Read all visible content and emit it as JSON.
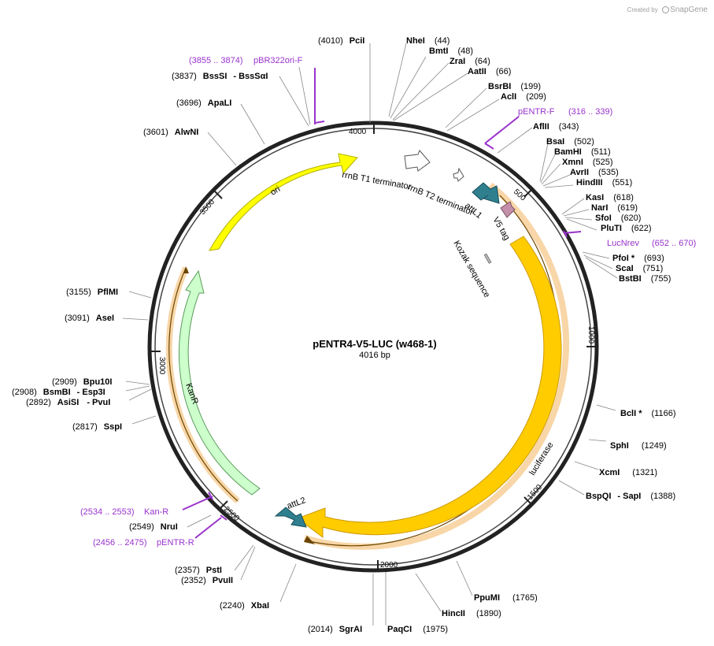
{
  "branding": {
    "created_by": "Created by",
    "product": "SnapGene",
    "logo_icon": "snapgene-logo-icon"
  },
  "plasmid": {
    "name": "pENTR4-V5-LUC (w468-1)",
    "length": "4016 bp"
  },
  "ruler": {
    "ticks": [
      "4000",
      "500",
      "1000",
      "1500",
      "2000",
      "2500",
      "3000",
      "3500"
    ]
  },
  "features": {
    "ori": "ori",
    "kanr": "KanR",
    "luciferase": "luciferase",
    "rrnb_t1": "rrnB T1 terminator",
    "rrnb_t2": "rrnB T2 terminator",
    "attl1": "attL1",
    "v5": "V5 tag",
    "kozak": "Kozak sequence",
    "attl2": "attL2"
  },
  "primers": [
    {
      "range": "(3855 .. 3874)",
      "name": "pBR322ori-F"
    },
    {
      "range": "(316 .. 339)",
      "name": "pENTR-F"
    },
    {
      "name": "LucNrev",
      "range": "(652 .. 670)"
    },
    {
      "range": "(2534 .. 2553)",
      "name": "Kan-R"
    },
    {
      "range": "(2456 .. 2475)",
      "name": "pENTR-R"
    }
  ],
  "sites": {
    "r1": {
      "a": "NheI",
      "b": "(44)"
    },
    "r2": {
      "a": "BmtI",
      "b": "(48)"
    },
    "r3": {
      "a": "ZraI",
      "b": "(64)"
    },
    "r4": {
      "a": "AatII",
      "b": "(66)"
    },
    "r5": {
      "a": "BsrBI",
      "b": "(199)"
    },
    "r6": {
      "a": "AclI",
      "b": "(209)"
    },
    "r7": {
      "a": "AflII",
      "b": "(343)"
    },
    "r8": {
      "a": "BsaI",
      "b": "(502)"
    },
    "r9": {
      "a": "BamHI",
      "b": "(511)"
    },
    "r10": {
      "a": "XmnI",
      "b": "(525)"
    },
    "r11": {
      "a": "AvrII",
      "b": "(535)"
    },
    "r12": {
      "a": "HindIII",
      "b": "(551)"
    },
    "r13": {
      "a": "KasI",
      "b": "(618)"
    },
    "r14": {
      "a": "NarI",
      "b": "(619)"
    },
    "r15": {
      "a": "SfoI",
      "b": "(620)"
    },
    "r16": {
      "a": "PluTI",
      "b": "(622)"
    },
    "r17": {
      "a": "PfoI *",
      "b": "(693)"
    },
    "r18": {
      "a": "ScaI",
      "b": "(751)"
    },
    "r19": {
      "a": "BstBI",
      "b": "(755)"
    },
    "r20": {
      "a": "BclI *",
      "b": "(1166)"
    },
    "r21": {
      "a": "SphI",
      "b": "(1249)"
    },
    "r22": {
      "a": "XcmI",
      "b": "(1321)"
    },
    "r23": {
      "a": "BspQI",
      "c": "- SapI",
      "b": "(1388)"
    },
    "r24": {
      "a": "PpuMI",
      "b": "(1765)"
    },
    "r25": {
      "a": "HincII",
      "b": "(1890)"
    },
    "r26": {
      "a": "PaqCI",
      "b": "(1975)"
    },
    "l1": {
      "num": "(4010)",
      "name": "PciI"
    },
    "l2": {
      "num": "(3837)",
      "name": "BssSI",
      "name2": "- BssSαI"
    },
    "l3": {
      "num": "(3696)",
      "name": "ApaLI"
    },
    "l4": {
      "num": "(3601)",
      "name": "AlwNI"
    },
    "l5": {
      "num": "(3155)",
      "name": "PflMI"
    },
    "l6": {
      "num": "(3091)",
      "name": "AseI"
    },
    "l7": {
      "num": "(2909)",
      "name": "Bpu10I"
    },
    "l8": {
      "num": "(2908)",
      "name": "BsmBI",
      "name2": "- Esp3I"
    },
    "l9": {
      "num": "(2892)",
      "name": "AsiSI",
      "name2": "- PvuI"
    },
    "l10": {
      "num": "(2817)",
      "name": "SspI"
    },
    "l11": {
      "num": "(2549)",
      "name": "NruI"
    },
    "l12": {
      "num": "(2357)",
      "name": "PstI"
    },
    "l13": {
      "num": "(2352)",
      "name": "PvuII"
    },
    "l14": {
      "num": "(2240)",
      "name": "XbaI"
    },
    "l15": {
      "num": "(2014)",
      "name": "SgrAI"
    }
  },
  "colors": {
    "ori": "#ffff00",
    "kanr": "#ccffcc",
    "luciferase": "#ffcc00",
    "attl": "#2f7f8f",
    "v5": "#c48fa8",
    "primer": "#9933cc",
    "halo": "#f5c88a",
    "backbone": "#222222"
  }
}
